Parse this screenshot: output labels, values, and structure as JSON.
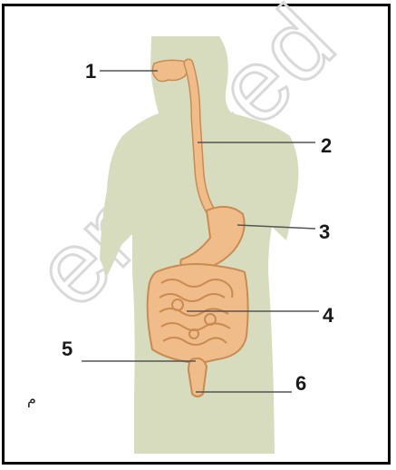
{
  "diagram": {
    "labels": [
      {
        "id": "1",
        "text": "1"
      },
      {
        "id": "2",
        "text": "2"
      },
      {
        "id": "3",
        "text": "3"
      },
      {
        "id": "4",
        "text": "4"
      },
      {
        "id": "5",
        "text": "5"
      },
      {
        "id": "6",
        "text": "6"
      }
    ],
    "footnote": "م",
    "watermark": "ency-ed"
  },
  "colors": {
    "body": "#d6dcbd",
    "organ": "#f0bd8a",
    "organ_shade": "#c98b52",
    "leader": "#555555"
  }
}
